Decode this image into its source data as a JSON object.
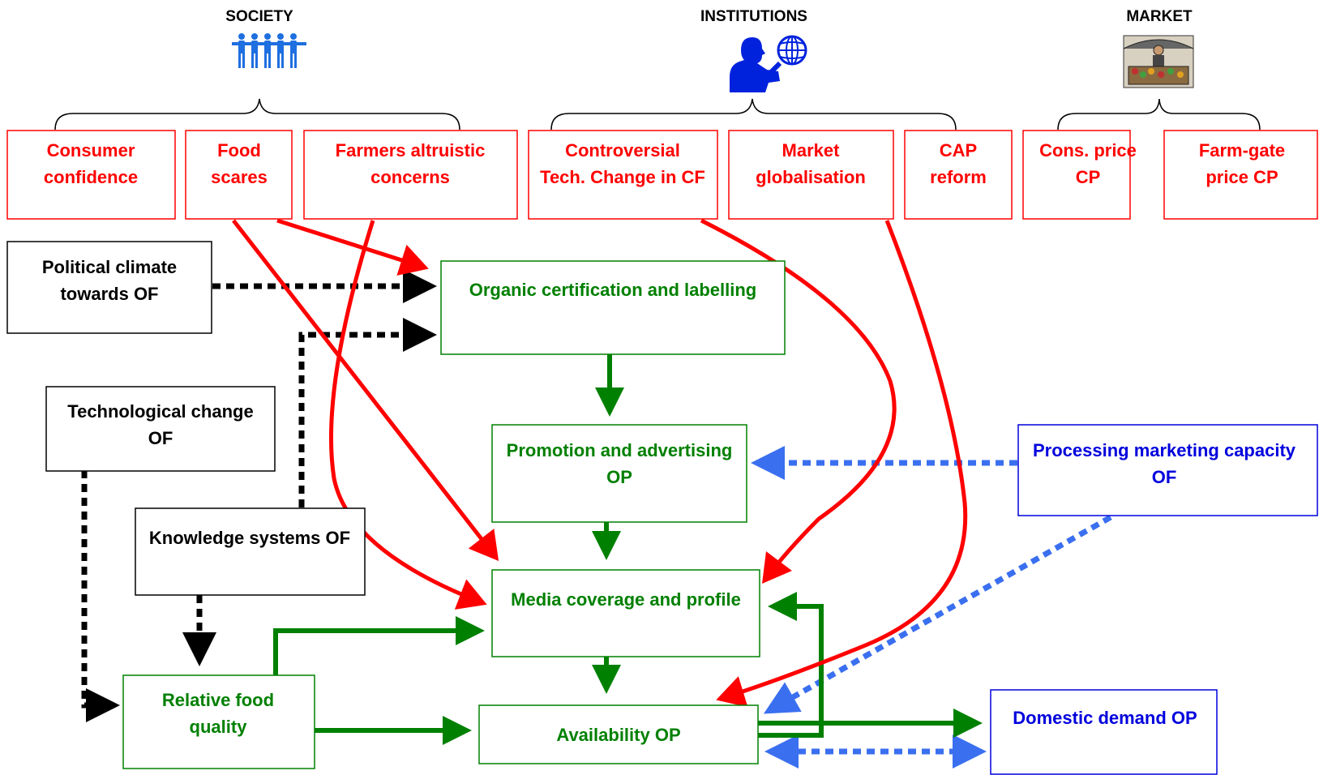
{
  "headings": {
    "society": "SOCIETY",
    "institutions": "INSTITUTIONS",
    "market": "MARKET"
  },
  "colors": {
    "red": "#ff0000",
    "green": "#008000",
    "blue": "#0000dd",
    "blue_dotted": "#3a6ff0",
    "black": "#000000",
    "society_icon": "#1e6fe0",
    "institutions_icon": "#0022dd"
  },
  "icons": {
    "society": "people-group-icon",
    "institutions": "person-holding-globe-icon",
    "market": "market-stall-icon"
  },
  "driver_boxes": [
    {
      "name": "consumer-confidence-box",
      "line1": "Consumer",
      "line2": "confidence"
    },
    {
      "name": "food-scares-box",
      "line1": "Food",
      "line2": "scares"
    },
    {
      "name": "farmers-altruistic-concerns-box",
      "line1": "Farmers altruistic",
      "line2": "concerns"
    },
    {
      "name": "controversial-tech-change-box",
      "line1": "Controversial",
      "line2": "Tech. Change in CF"
    },
    {
      "name": "market-globalisation-box",
      "line1": "Market",
      "line2": "globalisation"
    },
    {
      "name": "cap-reform-box",
      "line1": "CAP",
      "line2": "reform"
    },
    {
      "name": "cons-price-box",
      "line1": "Cons. price",
      "line2": "CP"
    },
    {
      "name": "farm-gate-price-box",
      "line1": "Farm-gate",
      "line2": "price CP"
    }
  ],
  "black_boxes": [
    {
      "name": "political-climate-box",
      "line1": "Political climate",
      "line2": "towards OF"
    },
    {
      "name": "technological-change-box",
      "line1": "Technological change",
      "line2": "OF"
    },
    {
      "name": "knowledge-systems-box",
      "line1": "Knowledge systems OF",
      "line2": ""
    }
  ],
  "green_boxes": [
    {
      "name": "organic-certification-box",
      "line1": "Organic certification and labelling",
      "line2": ""
    },
    {
      "name": "promotion-advertising-box",
      "line1": "Promotion and advertising",
      "line2": "OP"
    },
    {
      "name": "media-coverage-box",
      "line1": "Media coverage and profile",
      "line2": ""
    },
    {
      "name": "relative-food-quality-box",
      "line1": "Relative food",
      "line2": "quality"
    },
    {
      "name": "availability-box",
      "line1": "Availability OP",
      "line2": ""
    }
  ],
  "blue_boxes": [
    {
      "name": "processing-marketing-box",
      "line1": "Processing marketing capacity",
      "line2": "OF"
    },
    {
      "name": "domestic-demand-box",
      "line1": "Domestic demand OP",
      "line2": ""
    }
  ]
}
